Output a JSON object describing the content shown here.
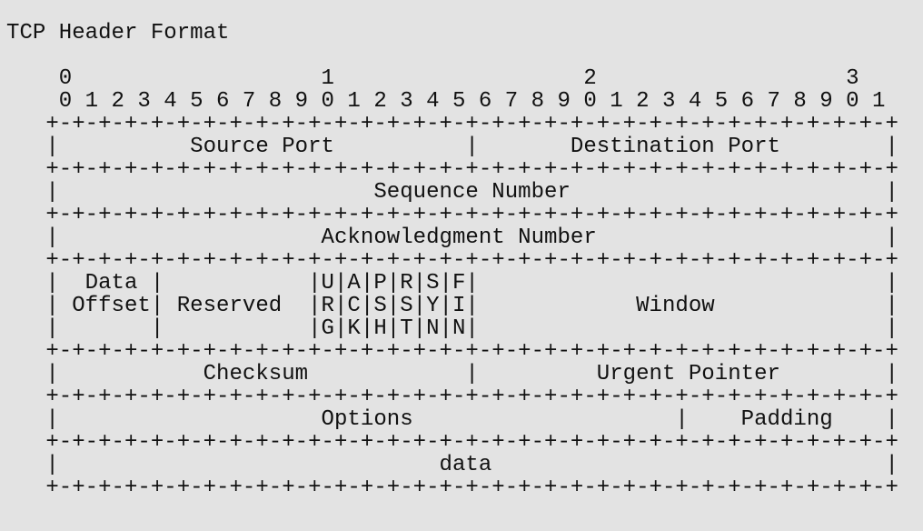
{
  "document": {
    "title": "TCP Header Format",
    "bit_ruler": {
      "tens": "    0                   1                   2                   3",
      "ones": "    0 1 2 3 4 5 6 7 8 9 0 1 2 3 4 5 6 7 8 9 0 1 2 3 4 5 6 7 8 9 0 1"
    },
    "separator": "   +-+-+-+-+-+-+-+-+-+-+-+-+-+-+-+-+-+-+-+-+-+-+-+-+-+-+-+-+-+-+-+-+",
    "rows": {
      "ports": "   |          Source Port          |       Destination Port        |",
      "sequence": "   |                        Sequence Number                        |",
      "acknowledgment": "   |                    Acknowledgment Number                      |",
      "flags_line1": "   |  Data |           |U|A|P|R|S|F|                               |",
      "flags_line2": "   | Offset| Reserved  |R|C|S|S|Y|I|            Window             |",
      "flags_line3": "   |       |           |G|K|H|T|N|N|                               |",
      "checksum": "   |           Checksum            |         Urgent Pointer        |",
      "options": "   |                    Options                    |    Padding    |",
      "data": "   |                             data                              |"
    }
  }
}
